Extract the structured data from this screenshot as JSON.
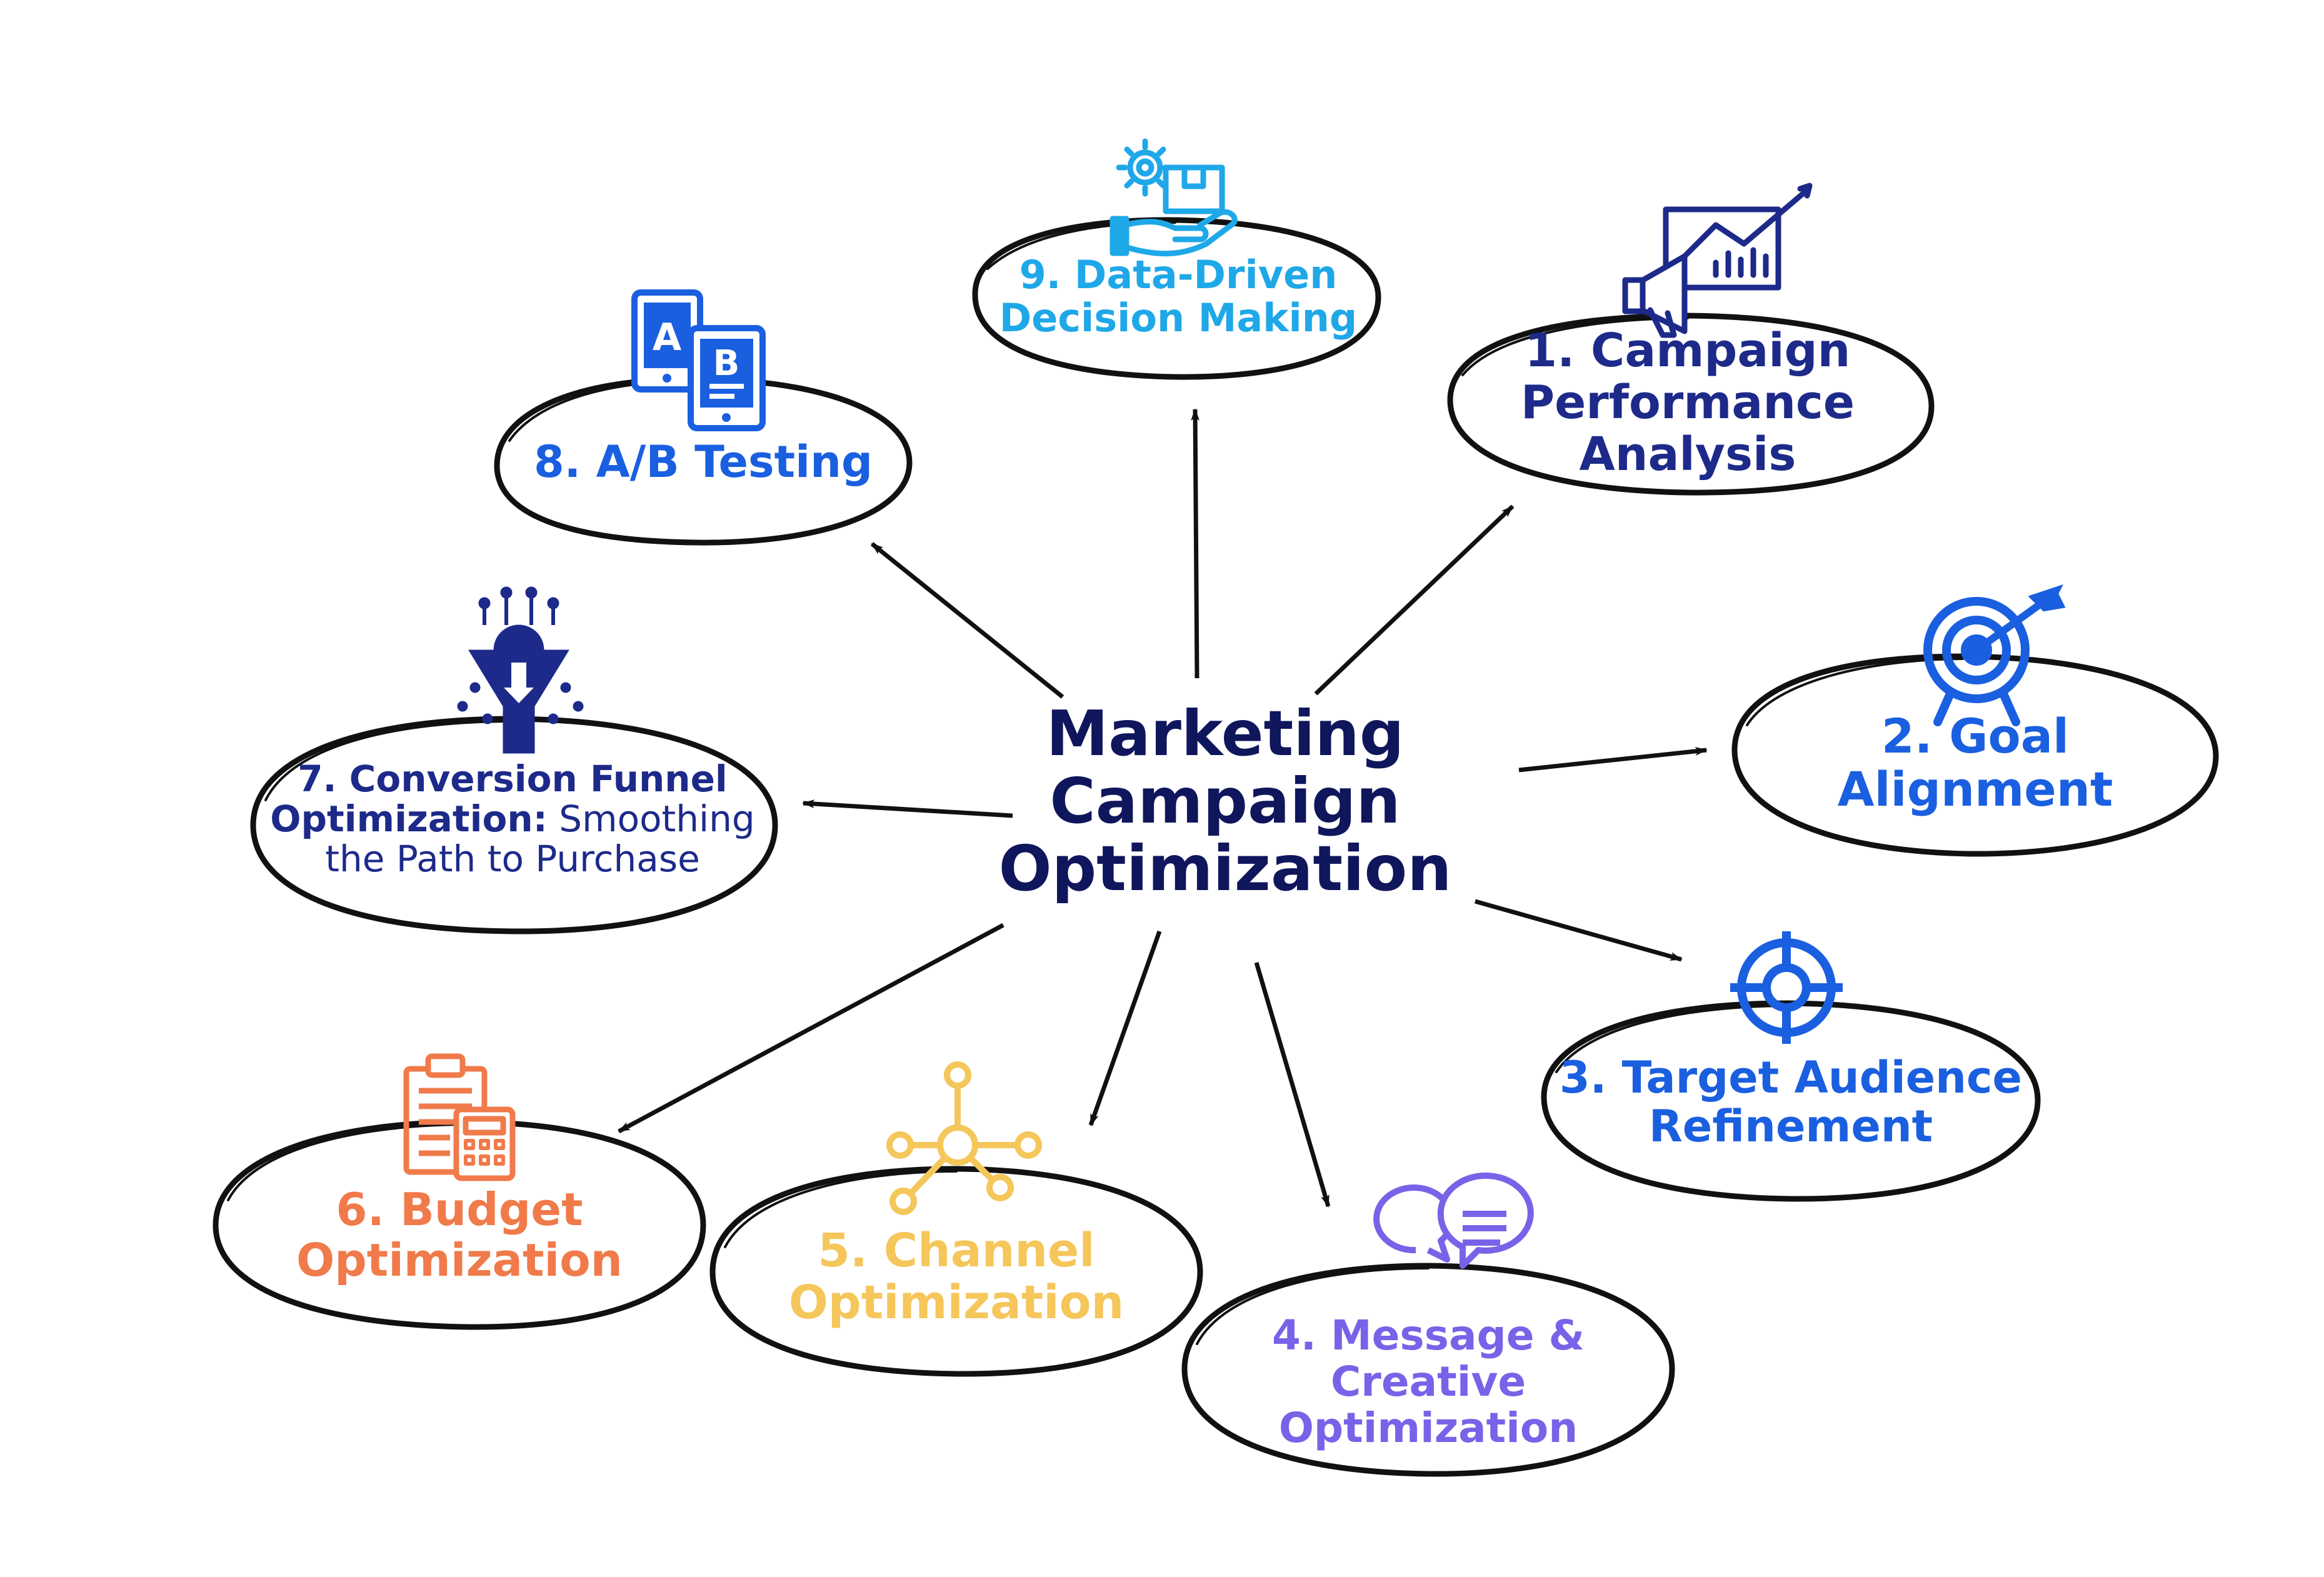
{
  "center": {
    "line1": "Marketing",
    "line2": "Campaign",
    "line3": "Optimization"
  },
  "nodes": {
    "n1": {
      "line1": "1. Campaign",
      "line2": "Performance",
      "line3": "Analysis",
      "color": "#1d2a8a",
      "icon": "megaphone-chart-icon"
    },
    "n2": {
      "line1": "2. Goal",
      "line2": "Alignment",
      "color": "#1a5fe0",
      "icon": "target-arrow-icon"
    },
    "n3": {
      "line1": "3. Target Audience",
      "line2": "Refinement",
      "color": "#1a5fe0",
      "icon": "crosshair-icon"
    },
    "n4": {
      "line1": "4. Message &",
      "line2": "Creative",
      "line3": "Optimization",
      "color": "#7a62e8",
      "icon": "chat-bubbles-icon"
    },
    "n5": {
      "line1": "5. Channel",
      "line2": "Optimization",
      "color": "#f5c65a",
      "icon": "network-nodes-icon"
    },
    "n6": {
      "line1": "6. Budget",
      "line2": "Optimization",
      "color": "#f07a4a",
      "icon": "clipboard-calculator-icon"
    },
    "n7": {
      "line1": "7. Conversion Funnel",
      "line2_bold": "Optimization:",
      "line2_light": " Smoothing",
      "line3": "the Path to Purchase",
      "color": "#1d2a8a",
      "icon": "funnel-gear-icon"
    },
    "n8": {
      "line1": "8. A/B Testing",
      "color": "#1a5fe0",
      "icon": "ab-tablets-icon"
    },
    "n9": {
      "line1": "9. Data-Driven",
      "line2": "Decision Making",
      "color": "#1fa8e8",
      "icon": "hand-gear-box-icon"
    }
  }
}
